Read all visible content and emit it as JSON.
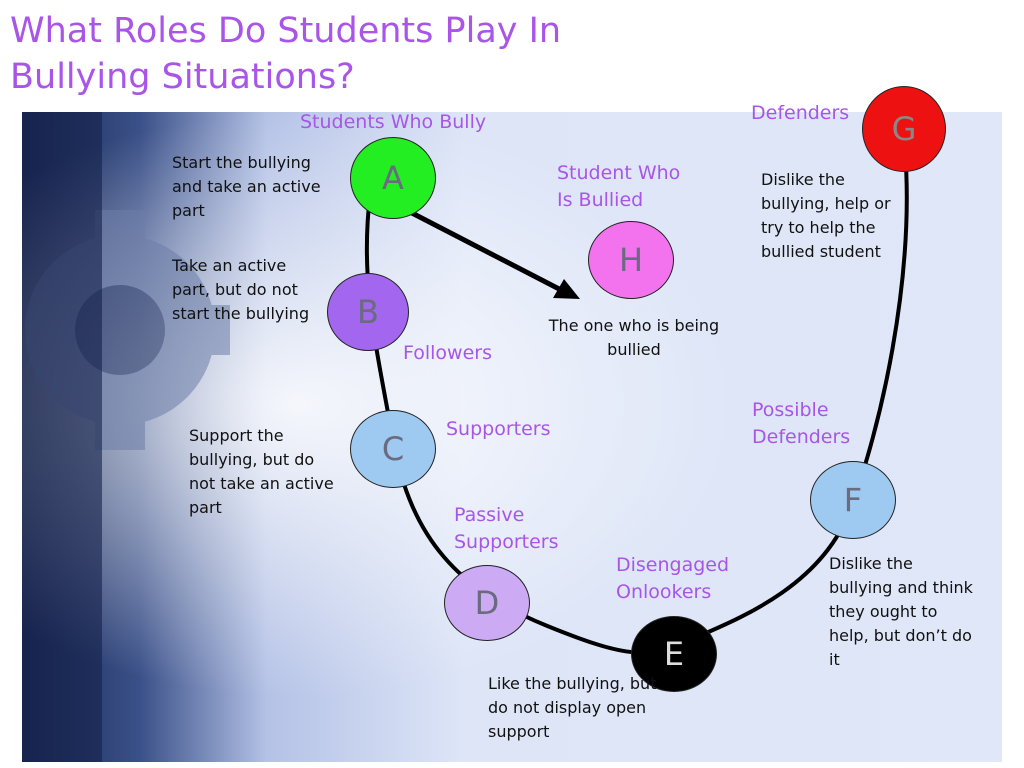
{
  "title": "What Roles Do Students Play In Bullying Situations?",
  "colors": {
    "title": "#a855e8",
    "role_label": "#a855e8",
    "A": "#22ee22",
    "B": "#a366ee",
    "C": "#9ec9f0",
    "D": "#ccaaf4",
    "E": "#000000",
    "F": "#9ec9f0",
    "G": "#ee1111",
    "H": "#f373ee"
  },
  "nodes": {
    "A": {
      "letter": "A",
      "role": "Students Who Bully",
      "description": "Start the bullying and take an active part"
    },
    "B": {
      "letter": "B",
      "role": "Followers",
      "description": "Take an active part, but do  not start the bullying"
    },
    "C": {
      "letter": "C",
      "role": "Supporters",
      "description": "Support the bullying, but do not take an active part"
    },
    "D": {
      "letter": "D",
      "role": "Passive Supporters",
      "description": "Like the bullying, but do not display open support"
    },
    "E": {
      "letter": "E",
      "role": "Disengaged Onlookers",
      "description": ""
    },
    "F": {
      "letter": "F",
      "role": "Possible Defenders",
      "description": "Dislike the bullying and think they ought to help, but don’t do it"
    },
    "G": {
      "letter": "G",
      "role": "Defenders",
      "description": "Dislike the bullying, help or try to help the bullied student"
    },
    "H": {
      "letter": "H",
      "role": "Student Who Is Bullied",
      "description": "The one who is being bullied"
    }
  }
}
